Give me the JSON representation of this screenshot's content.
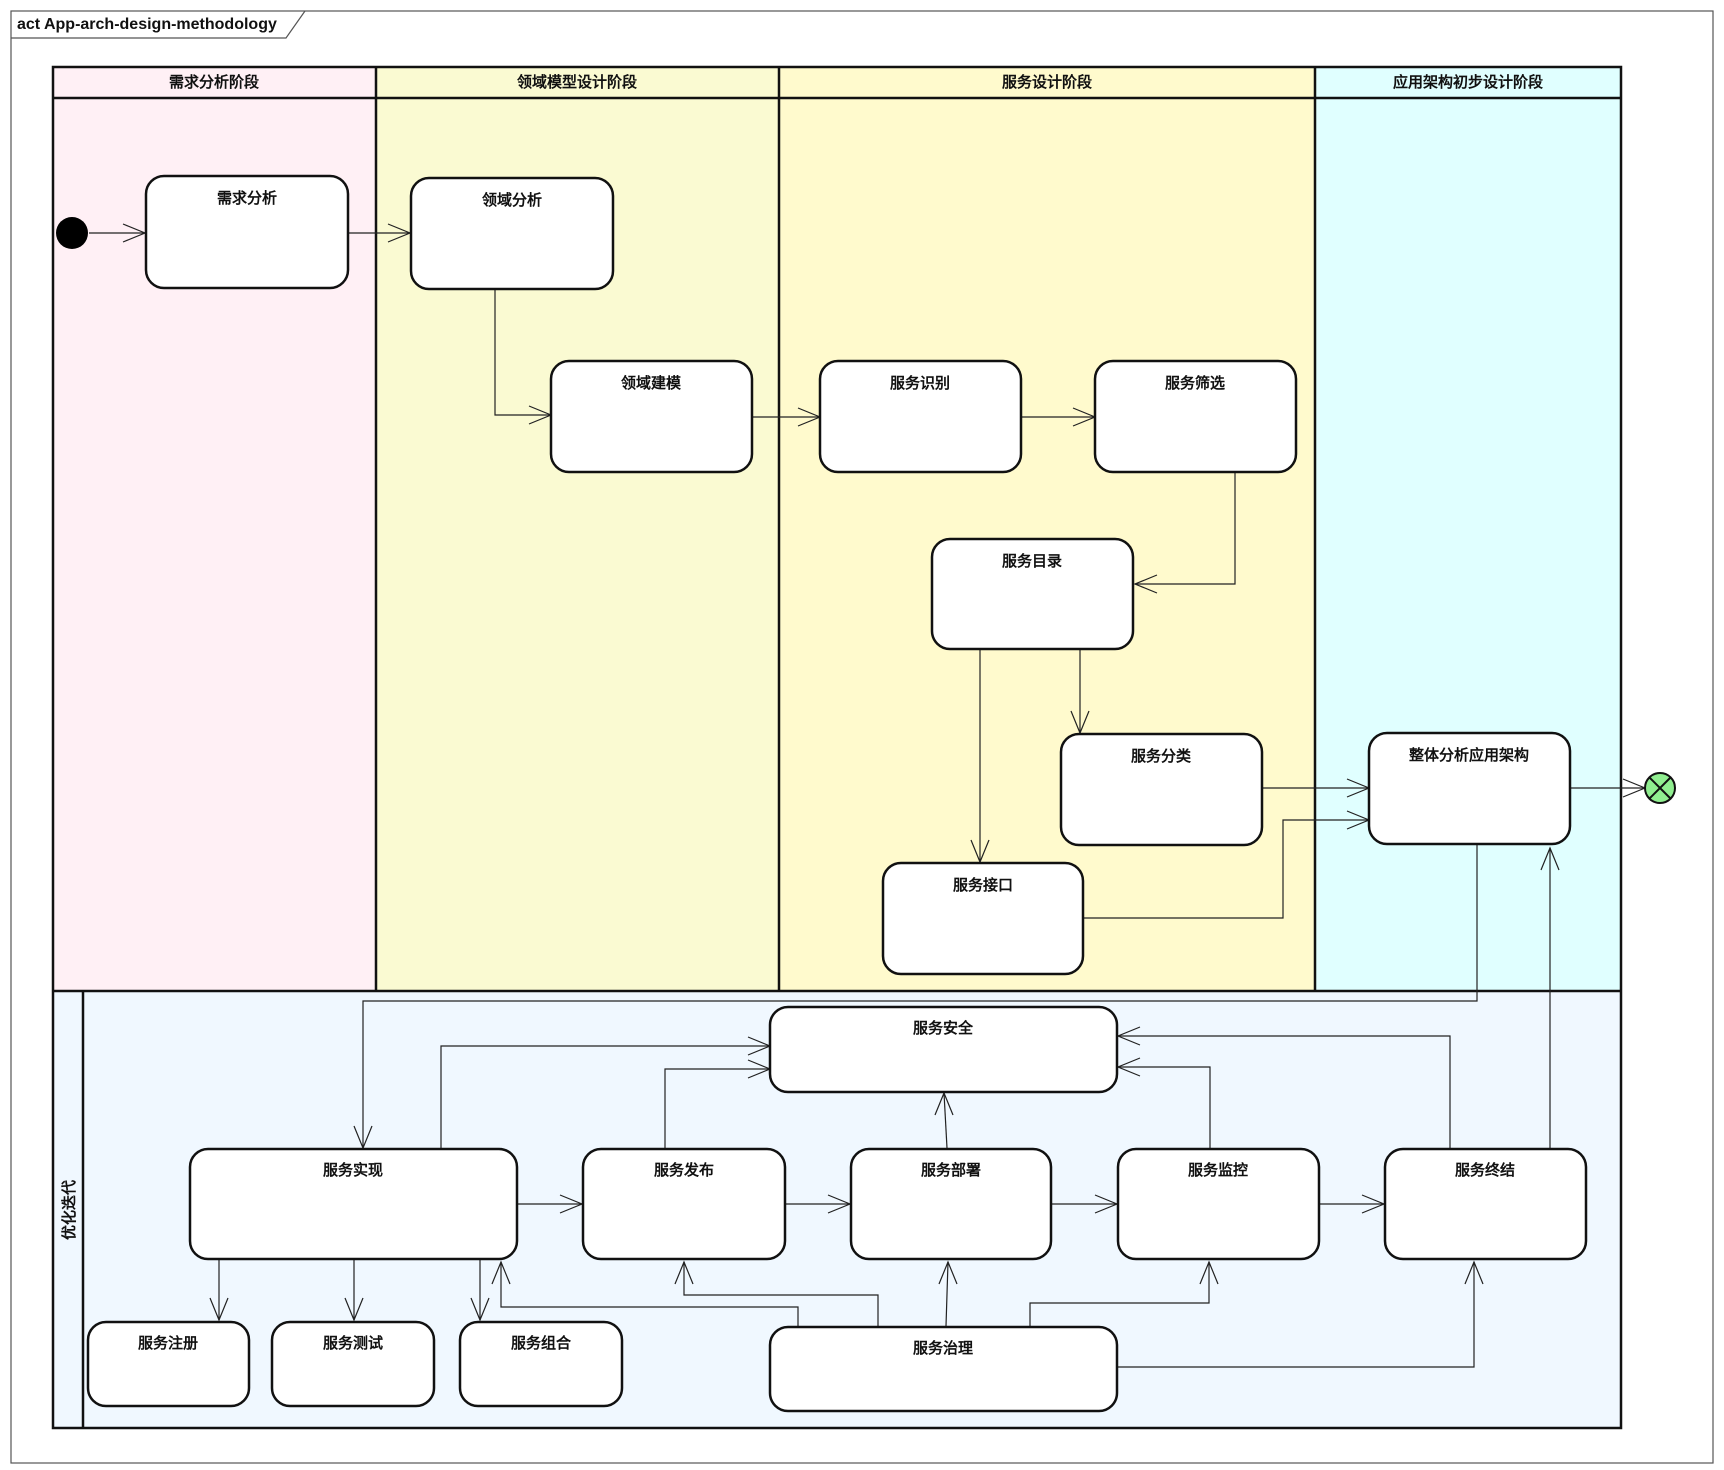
{
  "frame": {
    "title": "act App-arch-design-methodology"
  },
  "lanes": {
    "requirements": "需求分析阶段",
    "domain_model": "领域模型设计阶段",
    "service_design": "服务设计阶段",
    "app_arch": "应用架构初步设计阶段",
    "optimization": "优化迭代"
  },
  "nodes": {
    "requirements_analysis": "需求分析",
    "domain_analysis": "领域分析",
    "domain_modeling": "领域建模",
    "service_identification": "服务识别",
    "service_filtering": "服务筛选",
    "service_catalog": "服务目录",
    "service_classification": "服务分类",
    "service_interface": "服务接口",
    "overall_arch": "整体分析应用架构",
    "service_security": "服务安全",
    "service_implementation": "服务实现",
    "service_publish": "服务发布",
    "service_deploy": "服务部署",
    "service_monitor": "服务监控",
    "service_terminate": "服务终结",
    "service_register": "服务注册",
    "service_test": "服务测试",
    "service_compose": "服务组合",
    "service_governance": "服务治理"
  },
  "colors": {
    "lane_requirements": "#fff0f5",
    "lane_domain_model": "#fafad2",
    "lane_service_design": "#fffacd",
    "lane_app_arch": "#e0ffff",
    "lane_optimization": "#f0f8ff",
    "final_node": "#90ee90",
    "initial_node": "#000000"
  }
}
